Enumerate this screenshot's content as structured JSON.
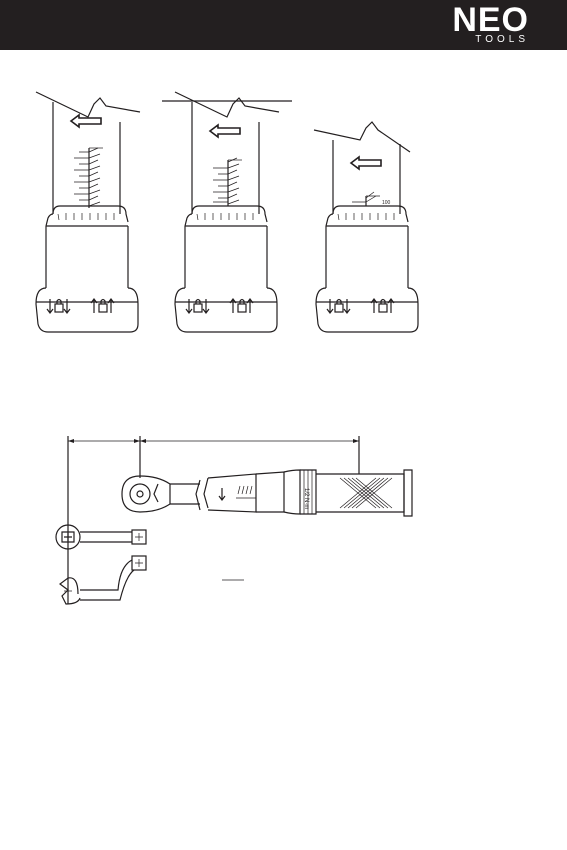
{
  "brand": {
    "name": "NEO",
    "sub": "TOOLS"
  },
  "scale_label": "100",
  "colors": {
    "header_bg": "#231f20",
    "logo": "#ffffff",
    "line": "#231f20"
  },
  "icons": [
    "lock-down-icon",
    "unlock-up-icon",
    "arrow-left-icon"
  ]
}
